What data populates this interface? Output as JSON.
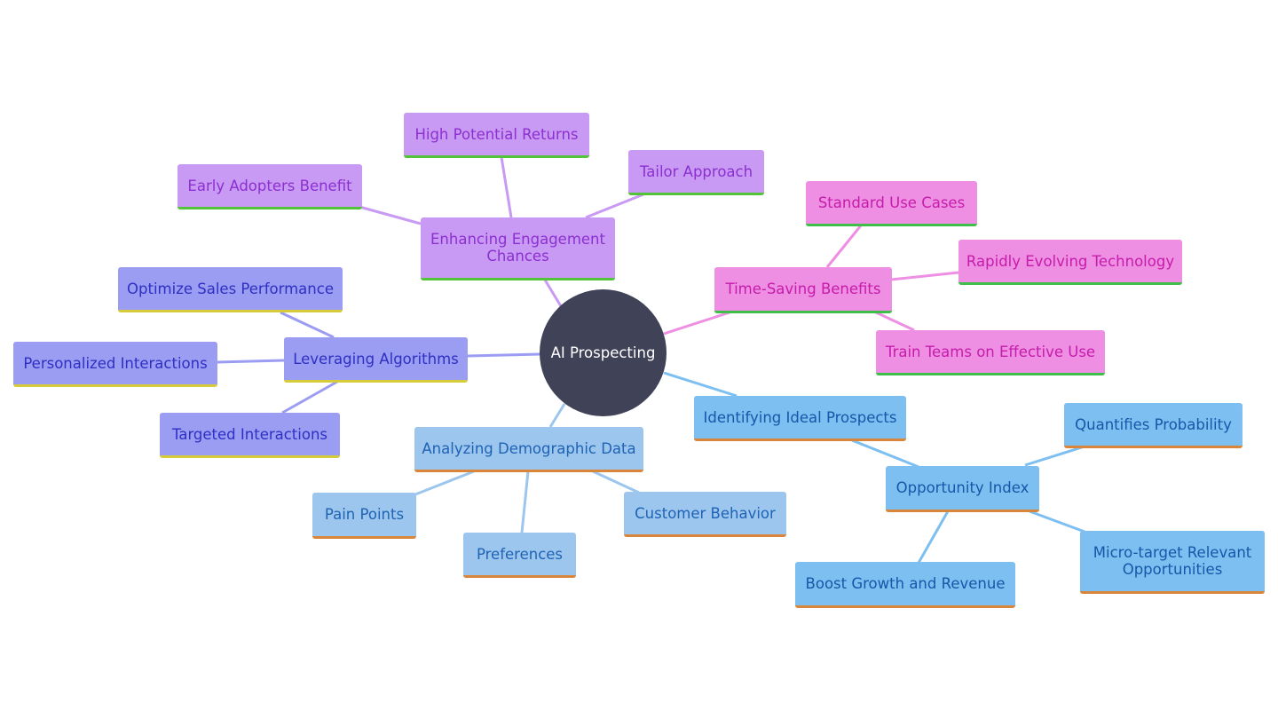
{
  "center": {
    "label": "AI Prospecting"
  },
  "branches": {
    "engagement": {
      "label": "Enhancing Engagement Chances",
      "children": [
        "High Potential Returns",
        "Early Adopters Benefit",
        "Tailor Approach"
      ]
    },
    "time_saving": {
      "label": "Time-Saving Benefits",
      "children": [
        "Standard Use Cases",
        "Rapidly Evolving Technology",
        "Train Teams on Effective Use"
      ]
    },
    "algorithms": {
      "label": "Leveraging Algorithms",
      "children": [
        "Optimize Sales Performance",
        "Personalized Interactions",
        "Targeted Interactions"
      ]
    },
    "demographic": {
      "label": "Analyzing Demographic Data",
      "children": [
        "Pain Points",
        "Preferences",
        "Customer Behavior"
      ]
    },
    "prospects": {
      "label": "Identifying Ideal Prospects",
      "opportunity_index": {
        "label": "Opportunity Index",
        "children": [
          "Quantifies Probability",
          "Micro-target Relevant Opportunities",
          "Boost Growth and Revenue"
        ]
      }
    }
  },
  "colors": {
    "center": "#404258",
    "purple_fill": "#c99af4",
    "pink_fill": "#ee8fe3",
    "violet_fill": "#9b9df2",
    "light_blue_fill": "#9cc6ee",
    "sky_blue_fill": "#7dbff0"
  }
}
